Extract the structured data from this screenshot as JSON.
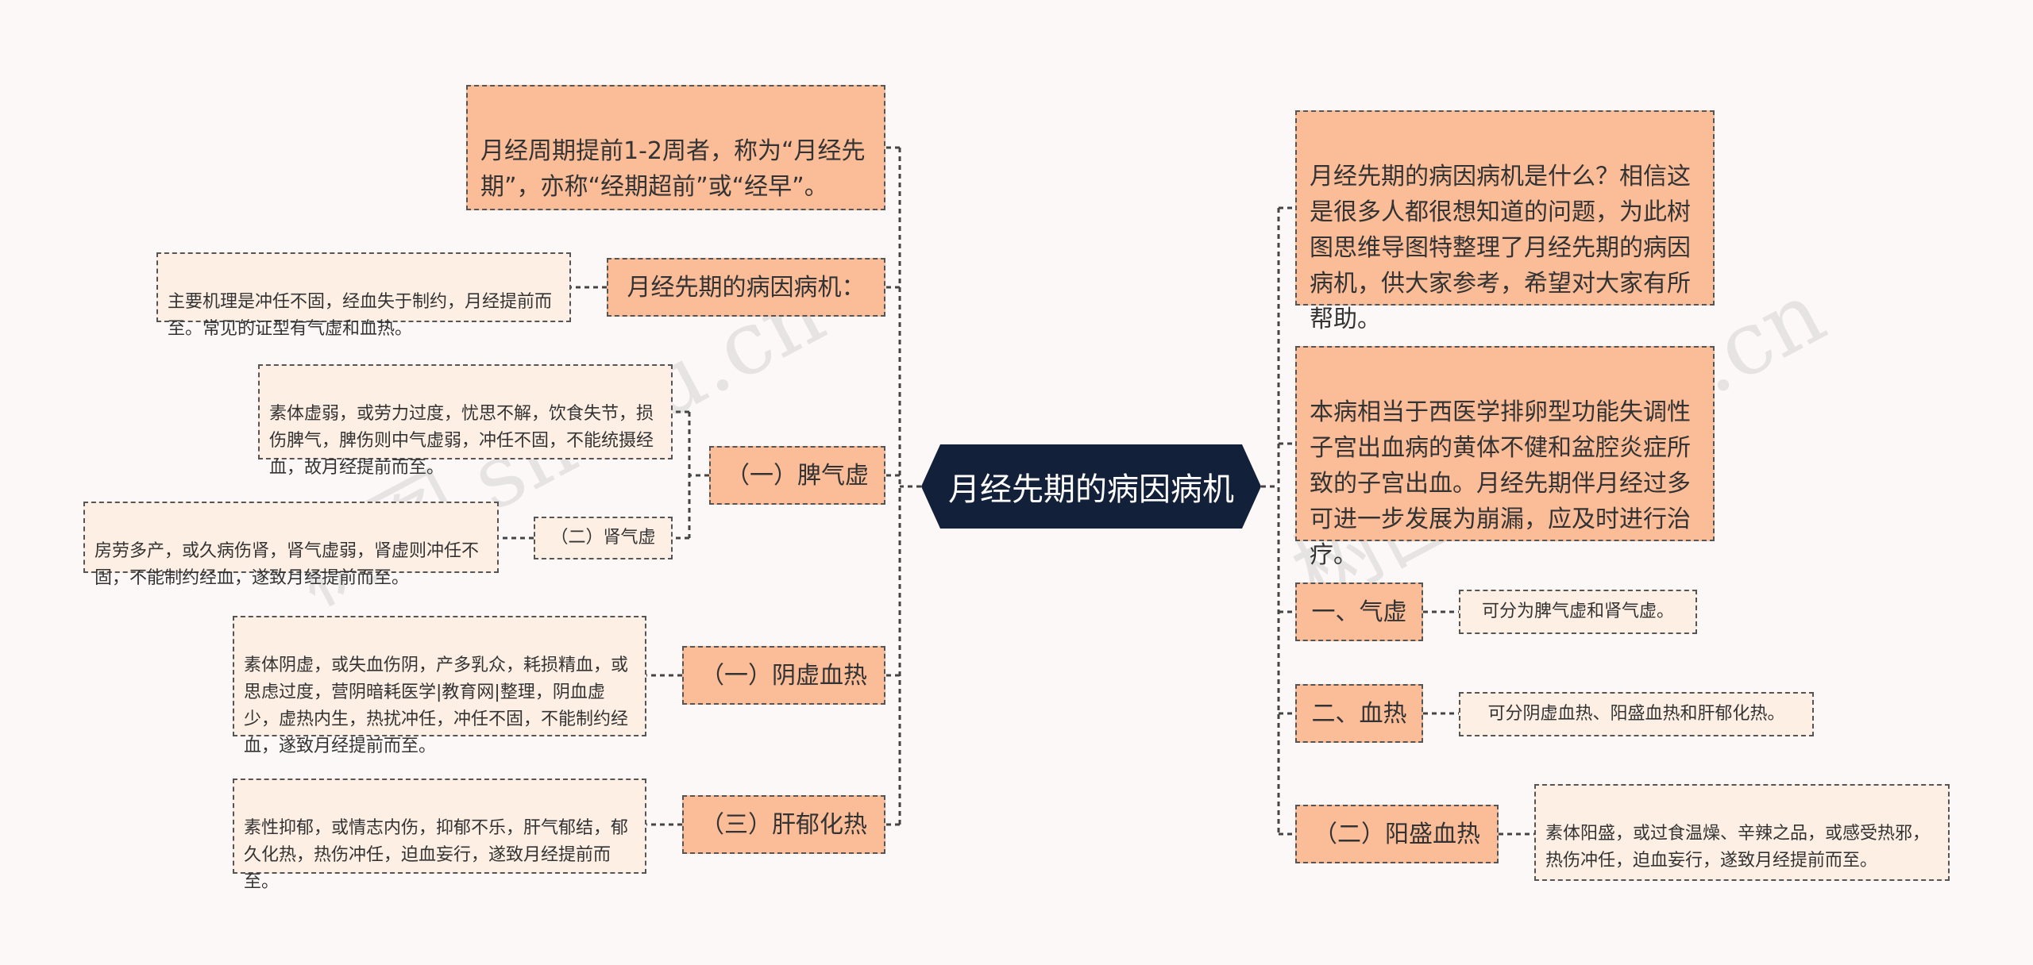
{
  "root": {
    "label": "月经先期的病因病机"
  },
  "left": {
    "definition": "月经周期提前1-2周者，称为“月经先期”，亦称“经期超前”或“经早”。",
    "pathogenesis": {
      "label": "月经先期的病因病机：",
      "note": "主要机理是冲任不固，经血失于制约，月经提前而至。常见的证型有气虚和血热。"
    },
    "spleen_qi": {
      "label": "（一）脾气虚",
      "note": "素体虚弱，或劳力过度，忧思不解，饮食失节，损伤脾气，脾伤则中气虚弱，冲任不固，不能统摄经血，故月经提前而至。",
      "kidney": {
        "label": "（二）肾气虚",
        "note": "房劳多产，或久病伤肾，肾气虚弱，肾虚则冲任不固，不能制约经血，遂致月经提前而至。"
      }
    },
    "yin_deficiency": {
      "label": "（一）阴虚血热",
      "note": "素体阴虚，或失血伤阴，产多乳众，耗损精血，或思虑过度，营阴暗耗医学|教育网|整理，阴血虚少，虚热内生，热扰冲任，冲任不固，不能制约经血，遂致月经提前而至。"
    },
    "liver": {
      "label": "（三）肝郁化热",
      "note": "素性抑郁，或情志内伤，抑郁不乐，肝气郁结，郁久化热，热伤冲任，迫血妄行，遂致月经提前而至。"
    }
  },
  "right": {
    "intro": "月经先期的病因病机是什么？相信这是很多人都很想知道的问题，为此树图思维导图特整理了月经先期的病因病机，供大家参考，希望对大家有所帮助。",
    "western": "本病相当于西医学排卵型功能失调性子宫出血病的黄体不健和盆腔炎症所致的子宫出血。月经先期伴月经过多可进一步发展为崩漏，应及时进行治疗。",
    "qi_deficiency": {
      "label": "一、气虚",
      "note": "可分为脾气虚和肾气虚。"
    },
    "blood_heat": {
      "label": "二、血热",
      "note": "可分阴虚血热、阳盛血热和肝郁化热。"
    },
    "yang_excess": {
      "label": "（二）阳盛血热",
      "note": "素体阳盛，或过食温燥、辛辣之品，或感受热邪，热伤冲任，迫血妄行，遂致月经提前而至。"
    }
  },
  "watermark": [
    "树图 shutu.cn",
    "树图 shutu.cn"
  ],
  "colors": {
    "root_bg": "#13203a",
    "main_bg": "#fbbc98",
    "sub_bg": "#fdefe4",
    "line": "#444444"
  }
}
